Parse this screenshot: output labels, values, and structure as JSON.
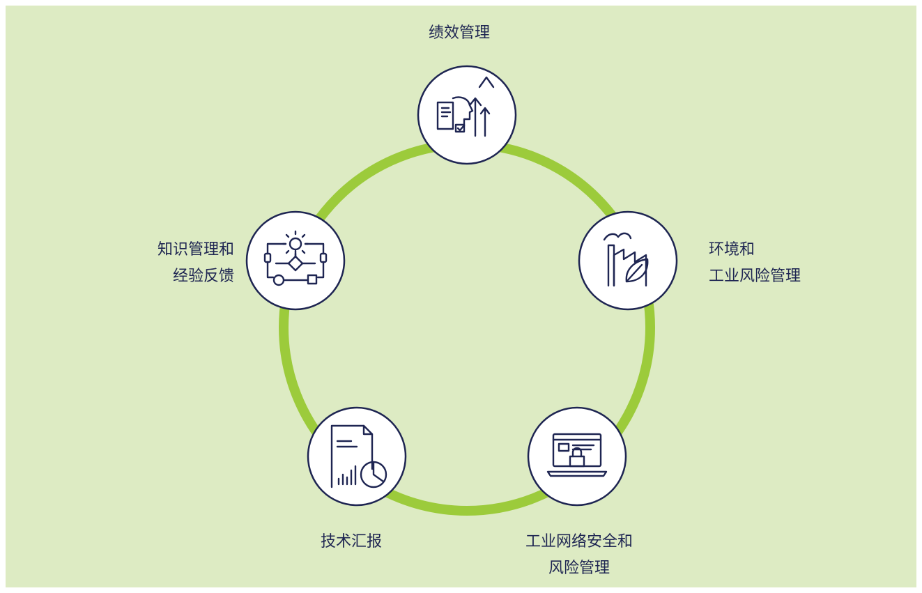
{
  "colors": {
    "background": "#ddebc3",
    "ring": "#9ccb3b",
    "node_stroke": "#1e2552",
    "node_fill": "#ffffff",
    "text": "#1e2552"
  },
  "nodes": [
    {
      "id": "performance",
      "icon": "performance-growth-icon",
      "label_lines": [
        "绩效管理"
      ]
    },
    {
      "id": "environment",
      "icon": "factory-leaf-icon",
      "label_lines": [
        "环境和",
        "工业风险管理"
      ]
    },
    {
      "id": "cybersecurity",
      "icon": "laptop-lock-icon",
      "label_lines": [
        "工业网络安全和",
        "风险管理"
      ]
    },
    {
      "id": "technical",
      "icon": "report-chart-icon",
      "label_lines": [
        "技术汇报"
      ]
    },
    {
      "id": "knowledge",
      "icon": "process-gear-icon",
      "label_lines": [
        "知识管理和",
        "经验反馈"
      ]
    }
  ]
}
